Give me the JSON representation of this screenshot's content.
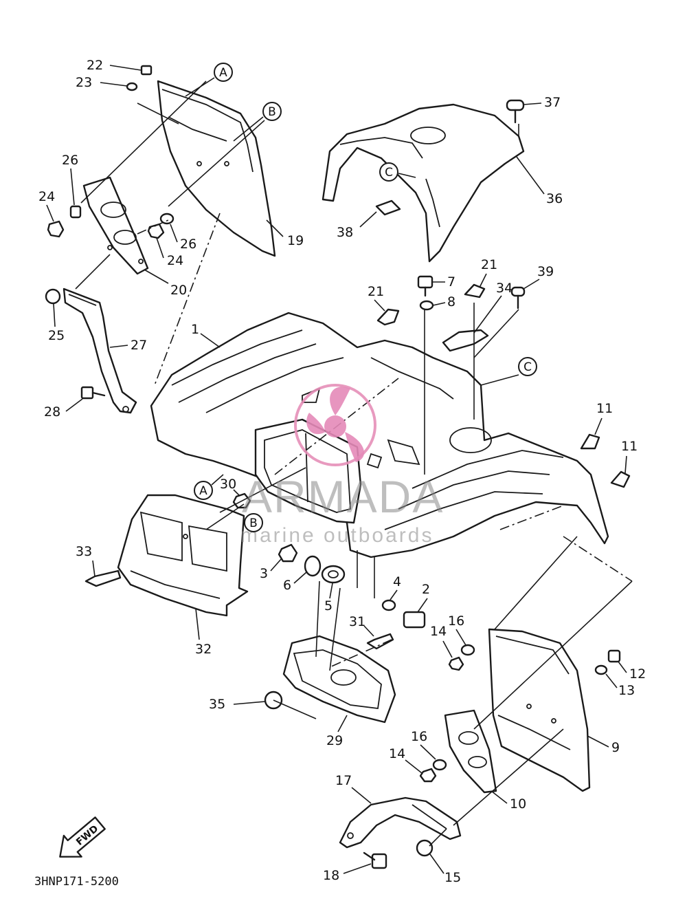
{
  "diagram_code": "3HNP171-5200",
  "fwd_label": "FWD",
  "watermark": {
    "brand": "ARMADA",
    "tagline": "marine outboards"
  },
  "ref_markers": [
    "A",
    "B",
    "C"
  ],
  "part_numbers": [
    "1",
    "2",
    "3",
    "4",
    "5",
    "6",
    "7",
    "8",
    "9",
    "10",
    "11",
    "12",
    "13",
    "14",
    "15",
    "16",
    "17",
    "18",
    "19",
    "20",
    "21",
    "22",
    "23",
    "24",
    "25",
    "26",
    "27",
    "28",
    "29",
    "30",
    "31",
    "32",
    "33",
    "34",
    "35",
    "36",
    "37",
    "38",
    "39"
  ]
}
